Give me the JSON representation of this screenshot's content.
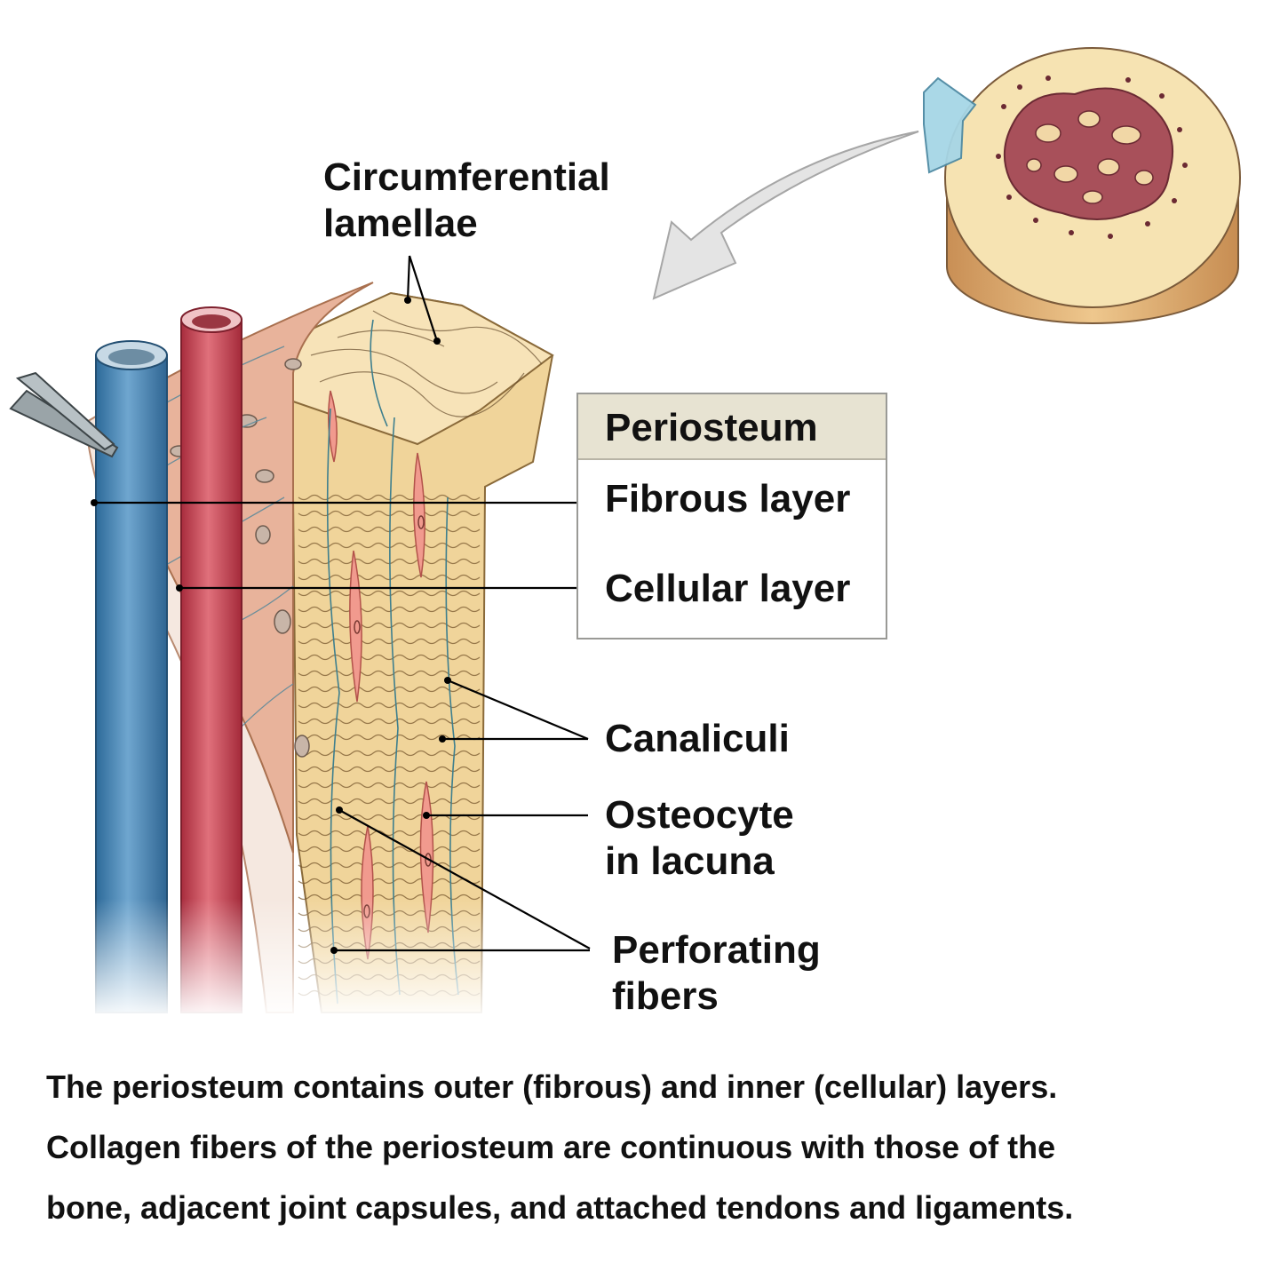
{
  "labels": {
    "circumferential_lamellae": [
      "Circumferential",
      "lamellae"
    ],
    "canaliculi": "Canaliculi",
    "osteocyte": [
      "Osteocyte",
      "in lacuna"
    ],
    "perforating": [
      "Perforating",
      "fibers"
    ]
  },
  "periosteum_legend": {
    "title": "Periosteum",
    "items": [
      "Fibrous layer",
      "Cellular layer"
    ]
  },
  "caption": [
    "The periosteum contains outer  (fibrous) and inner (cellular) layers.",
    "Collagen fibers of the periosteum are  continuous with those of the",
    "bone,  adjacent joint capsules, and attached  tendons and ligaments."
  ],
  "colors": {
    "vein": "#3f7fae",
    "artery": "#c43d4e",
    "bone_matrix": "#f0d49a",
    "periosteum": "#e8b39b",
    "legend_header": "#e7e3d2",
    "arrow": "#dcdcdc",
    "marrow": "#a8505a"
  }
}
